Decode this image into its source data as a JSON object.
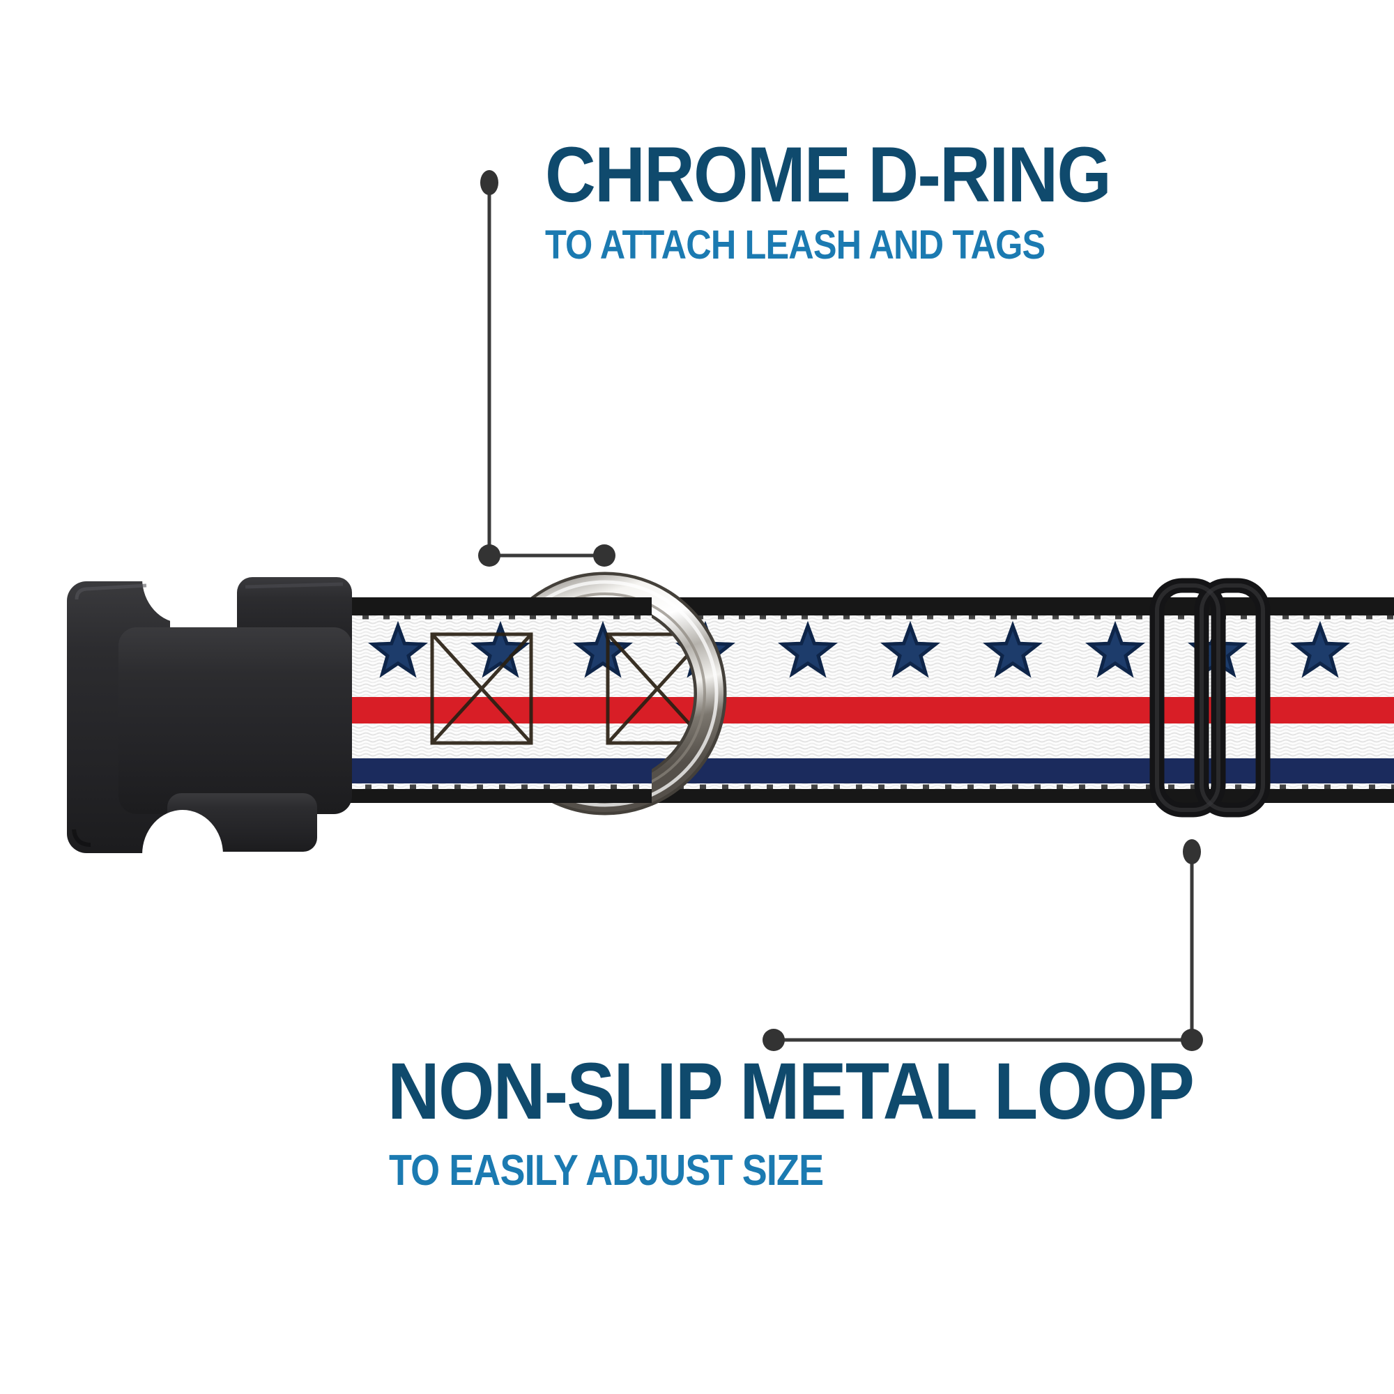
{
  "page": {
    "background_color": "#FFFFFF",
    "type": "product-feature-infographic",
    "product": "dog collar with plastic buckle, chrome D-ring and metal adjuster loop"
  },
  "annotations": {
    "d_ring": {
      "title": "CHROME D-RING",
      "subtitle": "TO ATTACH LEASH AND TAGS",
      "title_color": "#0F4A6D",
      "subtitle_color": "#1B7AB1"
    },
    "metal_loop": {
      "title": "NON-SLIP METAL LOOP",
      "subtitle": "TO EASILY ADJUST SIZE",
      "title_color": "#0F4A6D",
      "subtitle_color": "#1B7AB1"
    }
  },
  "callouts": {
    "line_color": "#3A3A3A",
    "dot_color": "#333333"
  },
  "collar": {
    "pattern_name": "stars and stripes",
    "webbing_base_color": "#FDFDFD",
    "edge_border_color": "#171717",
    "star_color": "#1D3C6B",
    "star_outline_color": "#0E2549",
    "visible_star_count": 10,
    "red_stripe_color": "#D81E26",
    "navy_stripe_color": "#1B2B5D",
    "stitch_color": "#2A2013",
    "hardware": {
      "buckle": {
        "type": "black side-release buckle",
        "color": "#2A2A2D"
      },
      "d_ring": {
        "type": "chrome D-ring",
        "color": "#C9C9C7"
      },
      "slider": {
        "type": "black metal tri-glide loop",
        "color": "#1B1B1D"
      }
    }
  }
}
